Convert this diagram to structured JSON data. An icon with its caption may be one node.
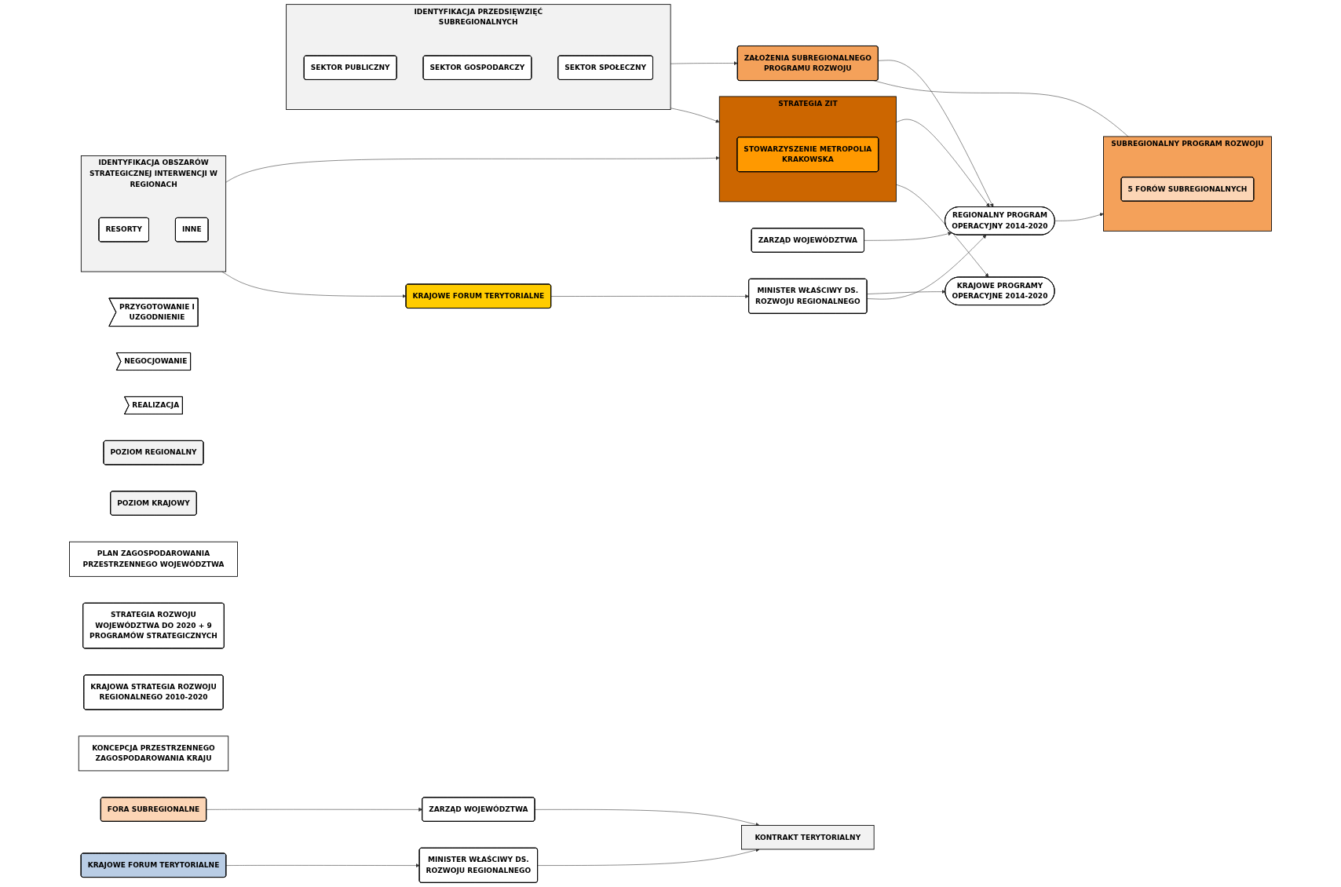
{
  "diagram": {
    "nodes": [
      {
        "text": [
          "PRZYGOTOWANIE I UZGODNIENIE"
        ]
      },
      {
        "text": [
          "NEGOCJOWANIE"
        ]
      },
      {
        "text": [
          "REALIZACJA"
        ]
      },
      {
        "text": [
          "POZIOM REGIONALNY"
        ]
      },
      {
        "text": [
          "POZIOM KRAJOWY"
        ]
      },
      {
        "text": [
          "PLAN ZAGOSPODAROWANIA PRZESTRZENNEGO WOJEWÓDZTWA"
        ]
      },
      {
        "text": [
          "STRATEGIA ROZWOJU WOJEWÓDZTWA DO 2020 + 9 PROGRAMÓW STRATEGICZNYCH"
        ]
      },
      {
        "text": [
          "KRAJOWA STRATEGIA ROZWOJU REGIONALNEGO 2010-2020"
        ]
      },
      {
        "text": [
          "KONCEPCJA PRZESTRZENNEGO ZAGOSPODAROWANIA KRAJU"
        ]
      },
      {
        "text": [
          "IDENTYFIKACJA PRZEDSIĘWZIĘĆ SUBREGIONALNYCH"
        ]
      },
      {
        "text": [
          "SEKTOR PUBLICZNY"
        ],
        "in": 9
      },
      {
        "text": [
          "SEKTOR GOSPODARCZY"
        ],
        "in": 9
      },
      {
        "text": [
          "SEKTOR SPOŁECZNY"
        ],
        "in": 9
      },
      {
        "text": [
          "IDENTYFIKACJA OBSZARÓW STRATEGICZNEJ INTERWENCJI W REGIONACH"
        ]
      },
      {
        "text": [
          "RESORTY"
        ],
        "in": 13
      },
      {
        "text": [
          "INNE"
        ],
        "in": 13
      },
      {
        "text": [
          "ZAŁOŻENIA SUBREGIONALNEGO PROGRAMU ROZWOJU"
        ]
      },
      {
        "text": [
          "SUBREGIONALNY PROGRAM ROZWOJU"
        ]
      },
      {
        "text": [
          "5 FORÓW SUBREGIONALNYCH"
        ],
        "in": 17
      },
      {
        "text": [
          "STRATEGIA ZIT"
        ]
      },
      {
        "text": [
          "STOWARZYSZENIE METROPOLIA KRAKOWSKA"
        ],
        "in": 19
      },
      {
        "text": [
          "KRAJOWE FORUM TERYTORIALNE"
        ]
      },
      {
        "text": [
          "ZARZĄD WOJEWÓDZTWA"
        ]
      },
      {
        "text": [
          "MINISTER WŁAŚCIWY DS. ROZWOJU REGIONALNEGO"
        ]
      },
      {
        "text": [
          "REGIONALNY PROGRAM OPERACYJNY 2014-2020"
        ]
      },
      {
        "text": [
          "KRAJOWE PROGRAMY OPERACYJNE 2014-2020"
        ]
      },
      {
        "text": [
          "FORA SUBREGIONALNE"
        ]
      },
      {
        "text": [
          "ZARZĄD WOJEWÓDZTWA"
        ]
      },
      {
        "text": [
          "KONTRAKT TERYTORIALNY"
        ]
      },
      {
        "text": [
          "MINISTER WŁAŚCIWY DS. ROZWOJU REGIONALNEGO"
        ]
      },
      {
        "text": [
          "KRAJOWE FORUM TERYTORIALNE"
        ]
      }
    ],
    "edges": [
      {
        "from": 9,
        "to": 16,
        "arrow": "to"
      },
      {
        "from": 9,
        "to": 19,
        "arrow": "to"
      },
      {
        "from": 13,
        "to": 19,
        "arrow": "to"
      },
      {
        "from": 13,
        "to": 21,
        "arrow": "to"
      },
      {
        "from": 16,
        "to": 17,
        "arrow": "to"
      },
      {
        "from": 21,
        "to": 23,
        "arrow": "to"
      },
      {
        "from": 22,
        "to": 24,
        "arrow": "to"
      },
      {
        "from": 16,
        "to": 24,
        "arrow": "to"
      },
      {
        "from": 24,
        "to": 17,
        "arrow": "to"
      },
      {
        "from": 19,
        "to": 24,
        "arrow": "to"
      },
      {
        "from": 19,
        "to": 25,
        "arrow": "to"
      },
      {
        "from": 23,
        "to": 25,
        "arrow": "to"
      },
      {
        "from": 23,
        "to": 24,
        "arrow": "to"
      },
      {
        "from": 26,
        "to": 27,
        "arrow": "to"
      },
      {
        "from": 27,
        "to": 28,
        "arrow": "to"
      },
      {
        "from": 29,
        "to": 28,
        "arrow": "to"
      },
      {
        "from": 30,
        "to": 29,
        "arrow": "to"
      }
    ]
  }
}
